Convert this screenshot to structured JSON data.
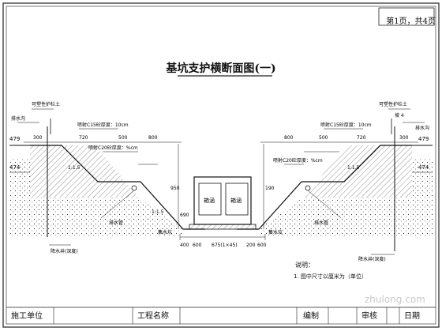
{
  "sheet": {
    "page_label": "第1页，共4页",
    "title": "基坑支护横断面图(一)"
  },
  "left_section": {
    "elev_top": "479",
    "elev_mid": "474",
    "label_plastic_drain": "可塑性护栏土",
    "label_drain_ditch": "排水沟",
    "dims_top": [
      "300",
      "720",
      "500",
      "800"
    ],
    "layer_1": "喷射C15砼厚度：10cm",
    "layer_2": "喷射C20砼厚度：%cm",
    "slope_1": "1:1.5",
    "slope_2": "1:1.5",
    "dim_vertical": "950",
    "label_water_pipe": "排水管",
    "label_well": "降水井(深度)"
  },
  "right_section": {
    "elev_top": "479",
    "elev_mid": "474",
    "label_plastic_drain": "可塑性护栏土",
    "label_drain_ditch": "排水沟",
    "dims_top": [
      "800",
      "500",
      "720",
      "300"
    ],
    "layer_1": "喷射C15砼厚度：10cm",
    "layer_2": "喷射C20砼厚度：%cm",
    "slope_1": "1:1.5",
    "label_water_pipe": "排水管",
    "label_well": "降水井(深度)",
    "label_slope_note": "坡 4"
  },
  "center": {
    "box_label_left": "箱涵",
    "box_label_right": "箱涵",
    "dim_bottom_left": "400",
    "dim_bottom_left_2": "600",
    "dim_bottom_mid": "675(1×45)",
    "dim_bottom_right": "200",
    "dim_bottom_right_2": "600",
    "label_drain_left": "集水坑",
    "label_drain_right": "集水坑",
    "dim_height_left": "690",
    "dim_height_right": "190"
  },
  "notes": {
    "title": "说明：",
    "line_1": "1. 图中尺寸以厘米为（单位）"
  },
  "title_block": {
    "construction_unit": "施工单位",
    "project_name": "工程名称",
    "compile": "编制",
    "review": "审核",
    "date": "日期"
  },
  "watermark": "zhulong.com"
}
